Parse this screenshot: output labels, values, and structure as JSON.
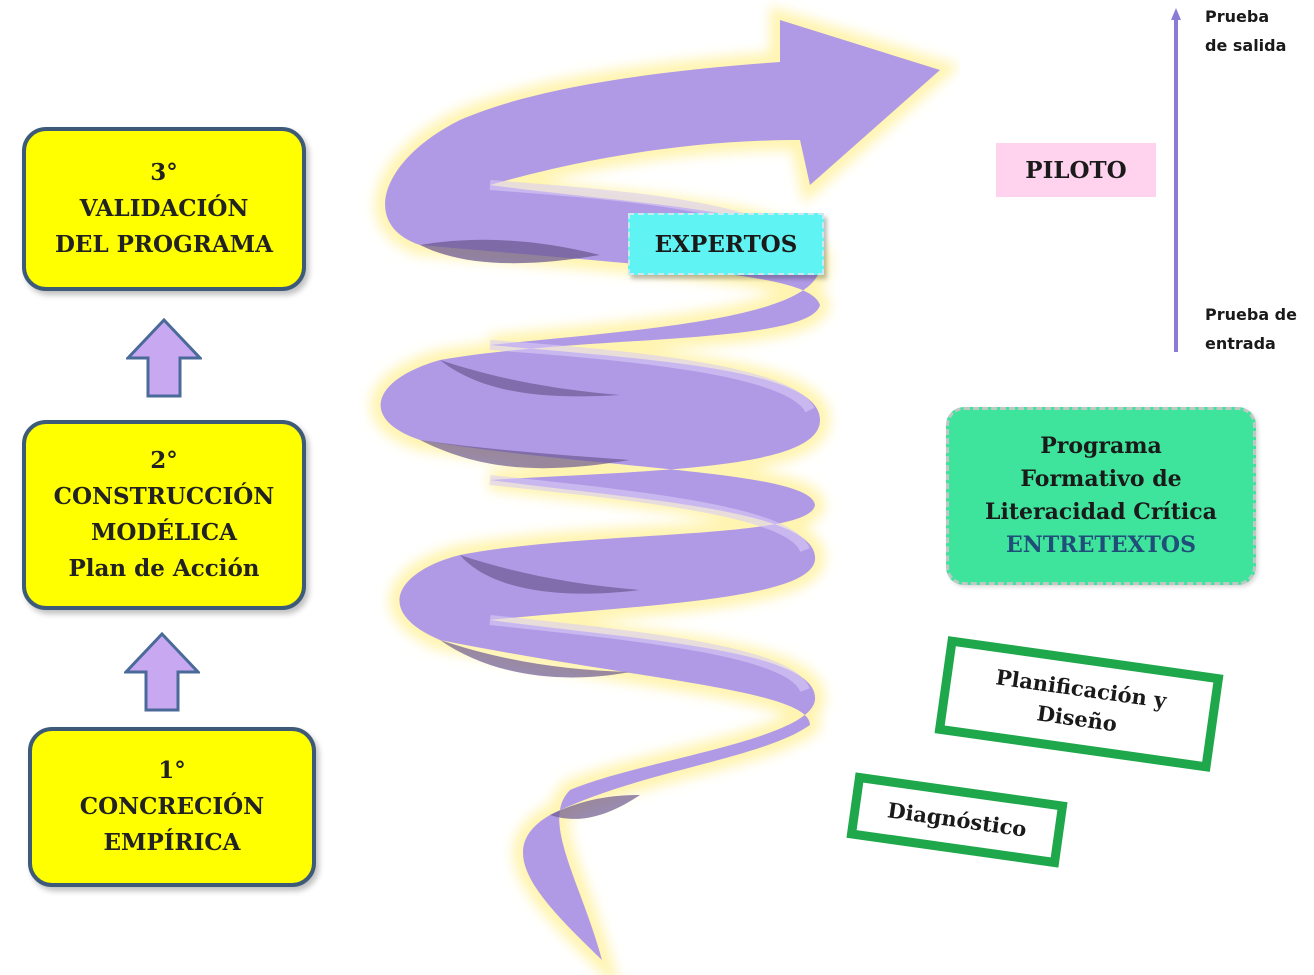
{
  "stages": [
    {
      "line1": "3°",
      "line2": "VALIDACIÓN",
      "line3": "DEL PROGRAMA",
      "line4": ""
    },
    {
      "line1": "2°",
      "line2": "CONSTRUCCIÓN",
      "line3": "MODÉLICA",
      "line4": "Plan de Acción"
    },
    {
      "line1": "1°",
      "line2": "CONCRECIÓN",
      "line3": "EMPÍRICA",
      "line4": ""
    }
  ],
  "labels": {
    "expertos": "EXPERTOS",
    "piloto": "PILOTO",
    "prueba_salida": [
      "Prueba",
      "de salida"
    ],
    "prueba_entrada": [
      "Prueba de",
      "entrada"
    ]
  },
  "programa": {
    "line1": "Programa",
    "line2": "Formativo de",
    "line3": "Literacidad Crítica",
    "line4": "ENTRETEXTOS"
  },
  "planificacion": {
    "line1": "Planificación y",
    "line2": "Diseño"
  },
  "diagnostico": "Diagnóstico",
  "colors": {
    "stage_fill": "#ffff00",
    "stage_border": "#3d5a78",
    "spiral": "#b09ae6",
    "spiral_shadow": "#6e5a92",
    "glow": "#fff3a8",
    "up_arrow": "#c9a8f2",
    "expertos": "#5ff3f3",
    "piloto": "#ffd2ee",
    "programa": "#3ee49c",
    "green_frame": "#1fa84b"
  }
}
